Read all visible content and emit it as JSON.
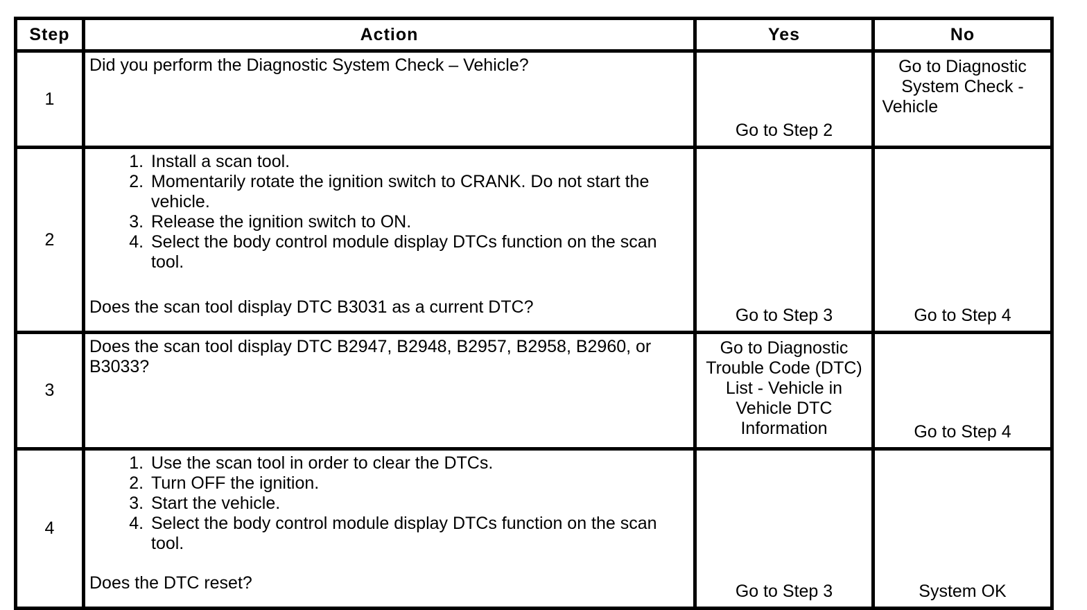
{
  "colors": {
    "border": "#000000",
    "background": "#ffffff",
    "text": "#000000"
  },
  "table": {
    "headers": [
      {
        "id": "step",
        "label": "Step"
      },
      {
        "id": "action",
        "label": "Action"
      },
      {
        "id": "yes",
        "label": "Yes"
      },
      {
        "id": "no",
        "label": "No"
      }
    ],
    "rows": [
      {
        "step": "1",
        "action": {
          "list": [],
          "question": "Did you perform the Diagnostic System Check – Vehicle?"
        },
        "yes": "Go to Step 2",
        "no": "Go to Diagnostic System Check - Vehicle"
      },
      {
        "step": "2",
        "action": {
          "list": [
            "Install a scan tool.",
            "Momentarily rotate the ignition switch to CRANK. Do not start the vehicle.",
            "Release the ignition switch to ON.",
            "Select the body control module display DTCs function on the scan tool."
          ],
          "question": "Does the scan tool display DTC B3031 as a current DTC?"
        },
        "yes": "Go to Step 3",
        "no": "Go to Step 4"
      },
      {
        "step": "3",
        "action": {
          "list": [],
          "question": "Does the scan tool display DTC B2947, B2948, B2957, B2958, B2960, or B3033?"
        },
        "yes": "Go to Diagnostic Trouble Code (DTC) List - Vehicle in Vehicle DTC Information",
        "no": "Go to Step 4"
      },
      {
        "step": "4",
        "action": {
          "list": [
            "Use the scan tool in order to clear the DTCs.",
            "Turn OFF the ignition.",
            "Start the vehicle.",
            "Select the body control module display DTCs function on the scan tool."
          ],
          "question": "Does the DTC reset?"
        },
        "yes": "Go to Step 3",
        "no": "System OK"
      }
    ]
  }
}
